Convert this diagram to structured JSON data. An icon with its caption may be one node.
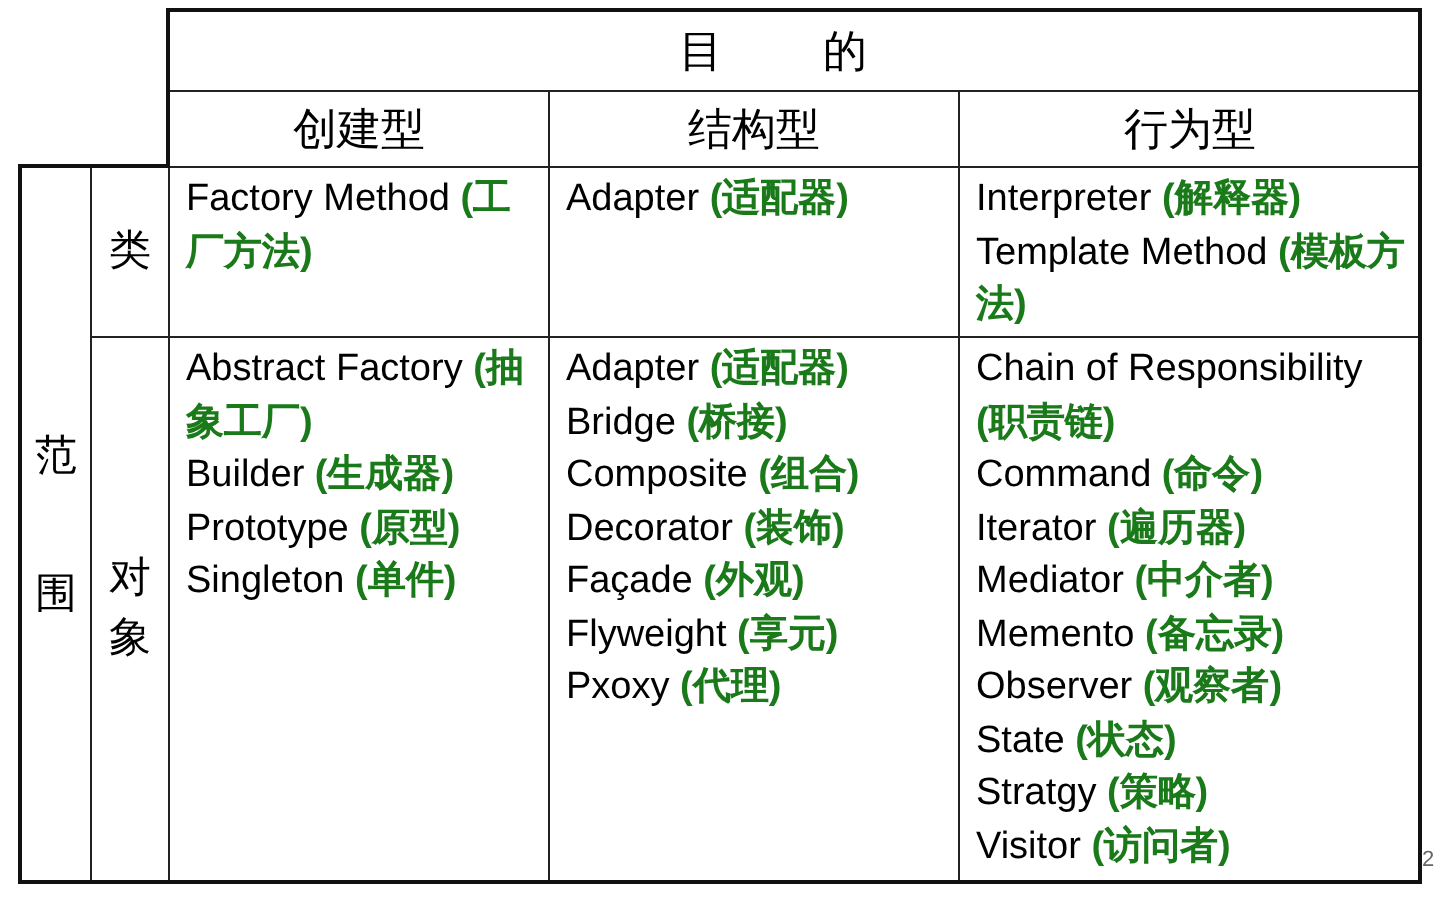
{
  "diagram": {
    "labels": [
      "目 的",
      "创建型",
      "结构型",
      "行为型",
      "范围",
      "类",
      "Factory Method **(工厂方法)**",
      "Adapter **(适配器)**",
      "Interpreter **(解释器)**",
      "Template Method **(模板方法)**",
      "对象",
      "Abstract Factory **(抽象工厂)**",
      "Builder **(生成器)**",
      "Prototype **(原型)**",
      "Singleton **(单件)**",
      "Adapter **(适配器)**",
      "Bridge **(桥接)**",
      "Composite **(组合)**",
      "Decorator **(装饰)**",
      "Façade **(外观)**",
      "Flyweight **(享元)**",
      "Pxoxy **(代理)**",
      "Chain of Responsibility **(职责链)**",
      "Command **(命令)**",
      "Iterator **(遍历器)**",
      "Mediator **(中介者)**",
      "Memento **(备忘录)**",
      "Observer **(观察者)**",
      "State **(状态)**",
      "Stratgy **(策略)**",
      "Visitor **(访问者)**",
      "2"
    ]
  }
}
